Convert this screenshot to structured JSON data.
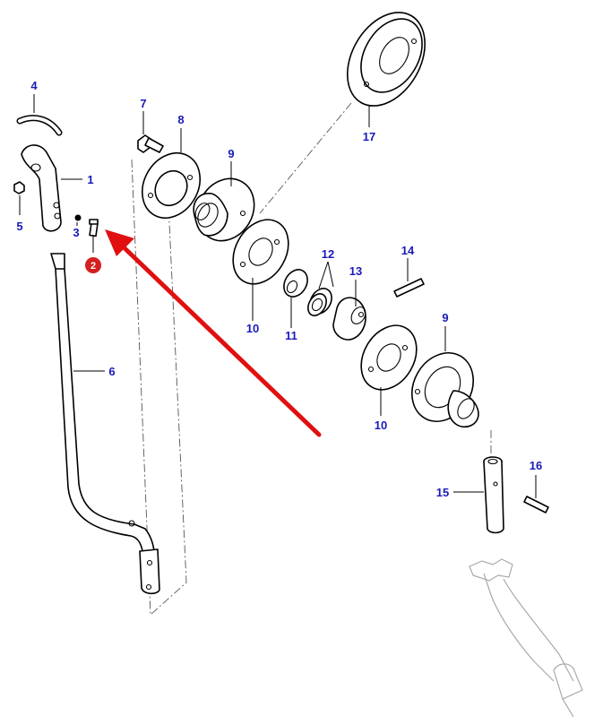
{
  "diagram": {
    "callouts": {
      "c1": "1",
      "c2": "2",
      "c3": "3",
      "c4": "4",
      "c5": "5",
      "c6": "6",
      "c7": "7",
      "c8": "8",
      "c9a": "9",
      "c9b": "9",
      "c10a": "10",
      "c10b": "10",
      "c11": "11",
      "c12": "12",
      "c13": "13",
      "c14": "14",
      "c15": "15",
      "c16": "16",
      "c17": "17"
    },
    "colors": {
      "callout_text": "#1a1ab8",
      "highlight_badge": "#d42020",
      "arrow": "#e01010",
      "line_art": "#000000"
    }
  }
}
